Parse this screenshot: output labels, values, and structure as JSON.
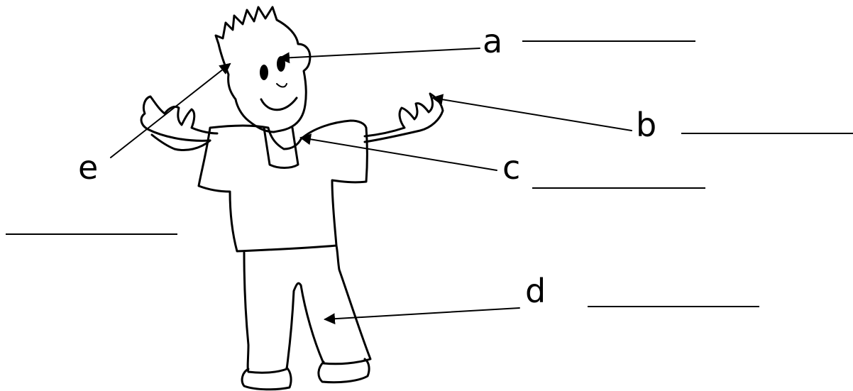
{
  "diagram": {
    "labels": {
      "a": "a",
      "b": "b",
      "c": "c",
      "d": "d",
      "e": "e"
    },
    "answer_blanks": [
      "",
      "",
      "",
      "",
      ""
    ]
  }
}
